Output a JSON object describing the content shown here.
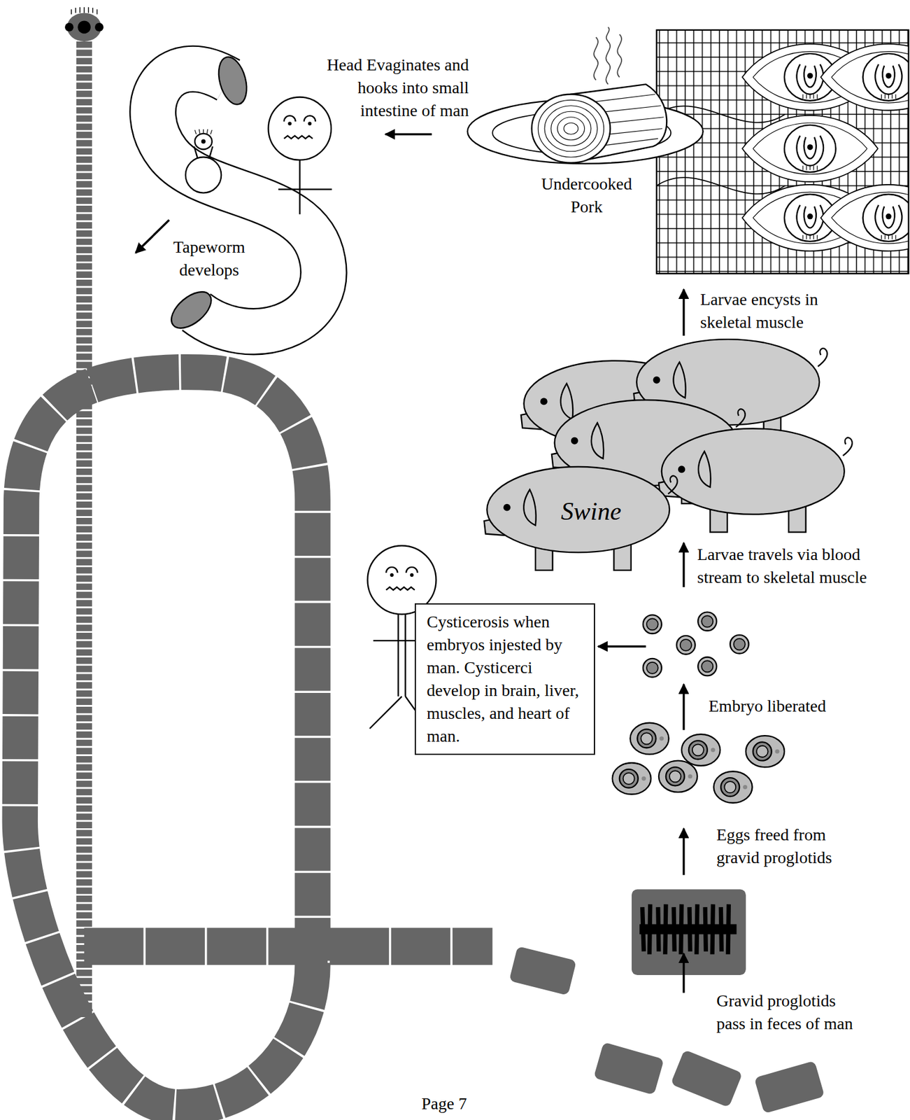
{
  "diagram": {
    "nodes": [
      {
        "text": [
          "Swine"
        ]
      },
      {
        "text": [
          "Cysticerosis when embryos injested by man. Cysticerci develop in brain, liver, muscles, and heart of man."
        ]
      }
    ],
    "labels": [
      "Head Evaginates and hooks into small intestine of man",
      "Undercooked Pork",
      "Tapeworm develops",
      "Larvae encysts in skeletal muscle",
      "Larvae travels via blood stream to skeletal muscle",
      "Embryo liberated",
      "Eggs freed from gravid proglotids",
      "Gravid proglotids pass in feces of man",
      "Page 7"
    ]
  }
}
